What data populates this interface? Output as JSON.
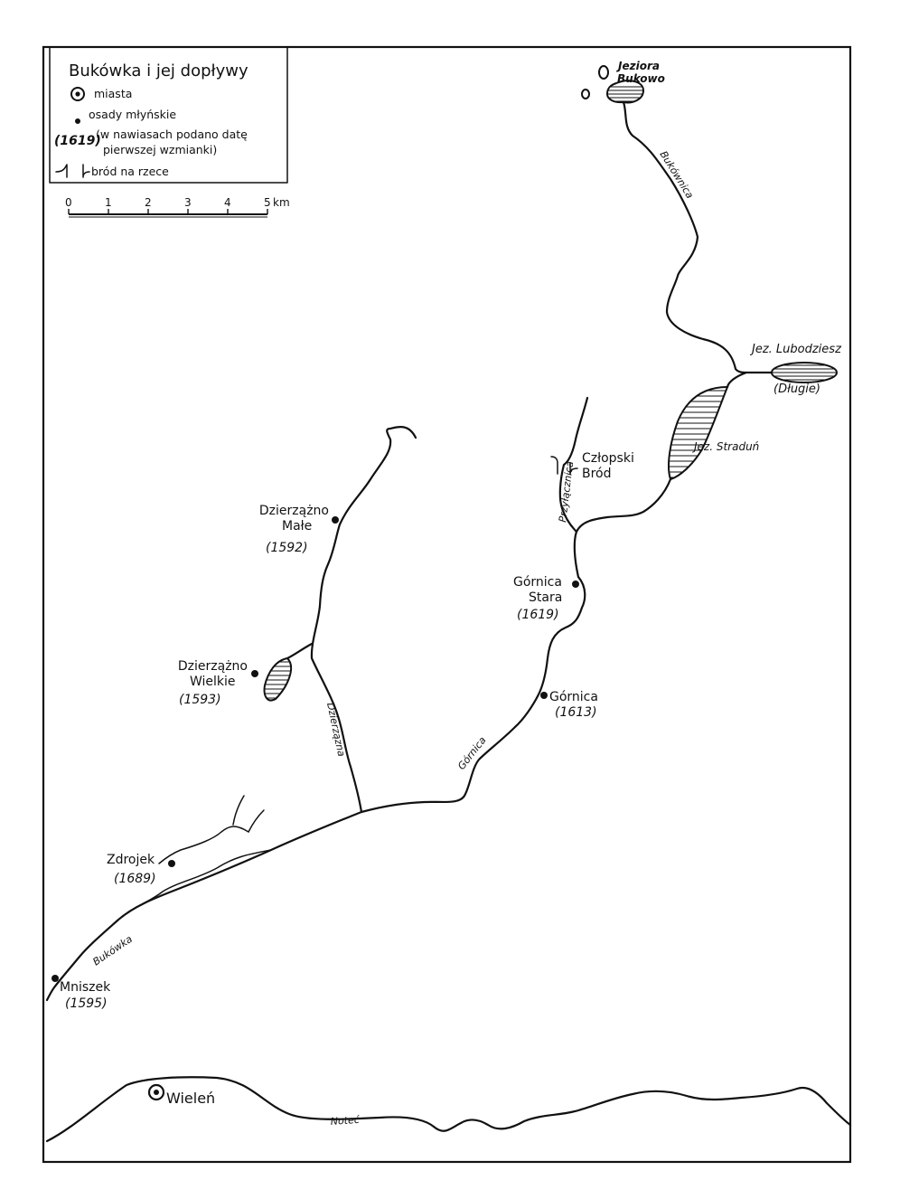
{
  "legend": {
    "title": "Bukówka i jej dopływy",
    "town": "miasta",
    "mill_line1": "osady młyńskie",
    "mill_date": "(1619)",
    "mill_line2": "(w nawiasach podano datę",
    "mill_line3": "pierwszej wzmianki)",
    "ford": "bród na rzece"
  },
  "scale": {
    "ticks": [
      "0",
      "1",
      "2",
      "3",
      "4",
      "5"
    ],
    "unit": "km"
  },
  "lakes": {
    "bukowo_1": "Jeziora",
    "bukowo_2": "Bukowo",
    "lubodziesz": "Jez. Lubodziesz",
    "dlugie": "(Długie)",
    "stradun": "Jez. Straduń"
  },
  "rivers": {
    "bukownica": "Bukównica",
    "przylacznica": "Przyłącznica",
    "dzierzazna": "Dzierzązna",
    "gornica": "Górnica",
    "bukowka": "Bukówka",
    "notec": "Noteć"
  },
  "settlements": {
    "czlopski_1": "Człopski",
    "czlopski_2": "Bród",
    "dm_1": "Dzierzążno",
    "dm_2": "Małe",
    "dm_date": "(1592)",
    "gs_1": "Górnica",
    "gs_2": "Stara",
    "gs_date": "(1619)",
    "dw_1": "Dzierzążno",
    "dw_2": "Wielkie",
    "dw_date": "(1593)",
    "g_1": "Górnica",
    "g_date": "(1613)",
    "zd_1": "Zdrojek",
    "zd_date": "(1689)",
    "mn_1": "Mniszek",
    "mn_date": "(1595)",
    "wielen": "Wieleń"
  }
}
